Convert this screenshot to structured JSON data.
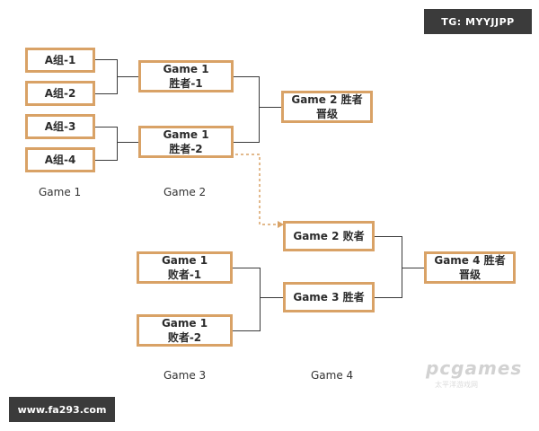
{
  "badges": {
    "top": "TG: MYYJJPP",
    "bottom": "www.fa293.com"
  },
  "boxes": {
    "a1": {
      "line1": "A组-1",
      "line2": ""
    },
    "a2": {
      "line1": "A组-2",
      "line2": ""
    },
    "a3": {
      "line1": "A组-3",
      "line2": ""
    },
    "a4": {
      "line1": "A组-4",
      "line2": ""
    },
    "g1w1": {
      "line1": "Game 1",
      "line2": "胜者-1"
    },
    "g1w2": {
      "line1": "Game 1",
      "line2": "胜者-2"
    },
    "g2w": {
      "line1": "Game 2 胜者",
      "line2": "晋级"
    },
    "g2l": {
      "line1": "Game 2 败者",
      "line2": ""
    },
    "g1l1": {
      "line1": "Game 1",
      "line2": "败者-1"
    },
    "g1l2": {
      "line1": "Game 1",
      "line2": "败者-2"
    },
    "g3w": {
      "line1": "Game 3 胜者",
      "line2": ""
    },
    "g4w": {
      "line1": "Game 4 胜者",
      "line2": "晋级"
    }
  },
  "labels": {
    "game1": "Game 1",
    "game2": "Game 2",
    "game3": "Game 3",
    "game4": "Game 4"
  },
  "watermark": {
    "logo": "pcgames",
    "sub": "太平洋游戏网"
  },
  "colors": {
    "box_border": "#d9a266",
    "connector": "#3a3a3a",
    "dashed_arrow": "#d9a266"
  }
}
